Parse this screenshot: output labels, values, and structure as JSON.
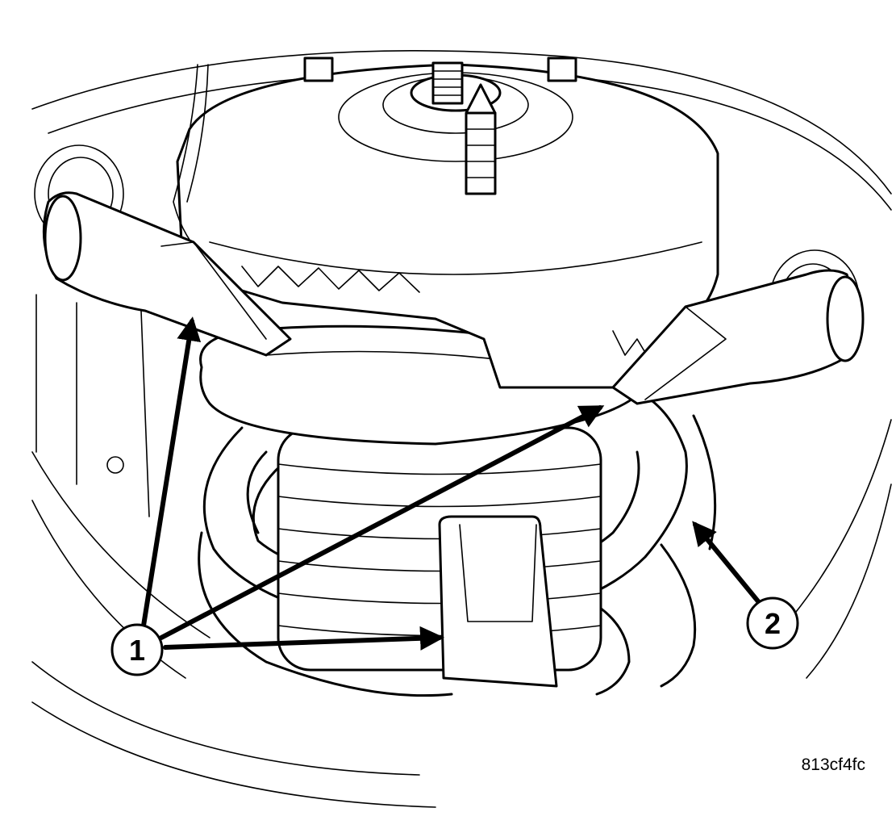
{
  "callouts": [
    {
      "id": "callout-1",
      "label": "1"
    },
    {
      "id": "callout-2",
      "label": "2"
    }
  ],
  "image_code": "813cf4fc",
  "icons": [
    "callout-circle",
    "leader-arrow"
  ]
}
